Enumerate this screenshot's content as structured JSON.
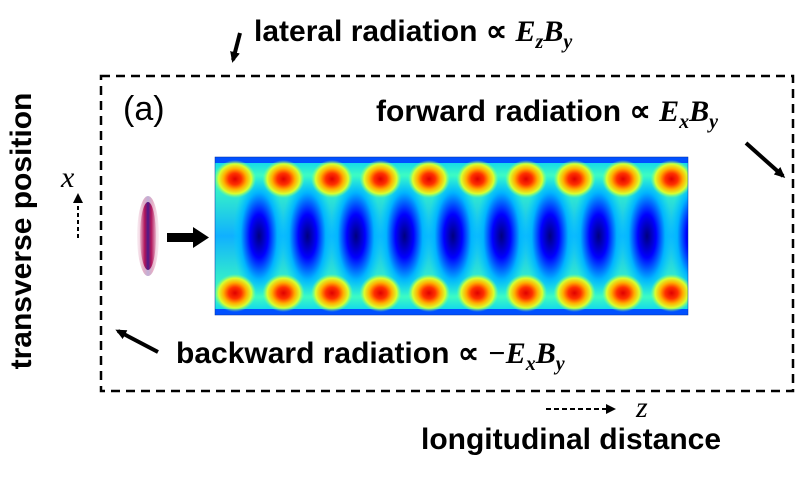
{
  "panel_label": "(a)",
  "lateral": {
    "text": "lateral radiation ∝ ",
    "math": "E",
    "sub1": "z",
    "math2": "B",
    "sub2": "y"
  },
  "forward": {
    "text": "forward radiation ∝ ",
    "math": "E",
    "sub1": "x",
    "math2": "B",
    "sub2": "y"
  },
  "backward": {
    "text": "backward radiation ∝ ",
    "math": "−E",
    "sub1": "x",
    "math2": "B",
    "sub2": "y"
  },
  "x_axis": {
    "variable": "z",
    "label": "longitudinal distance"
  },
  "y_axis": {
    "variable": "x",
    "label": "transverse position"
  },
  "colors": {
    "border": "#000000",
    "pulse": "#b0155a",
    "arrow": "#000000"
  },
  "colormap": "jet"
}
